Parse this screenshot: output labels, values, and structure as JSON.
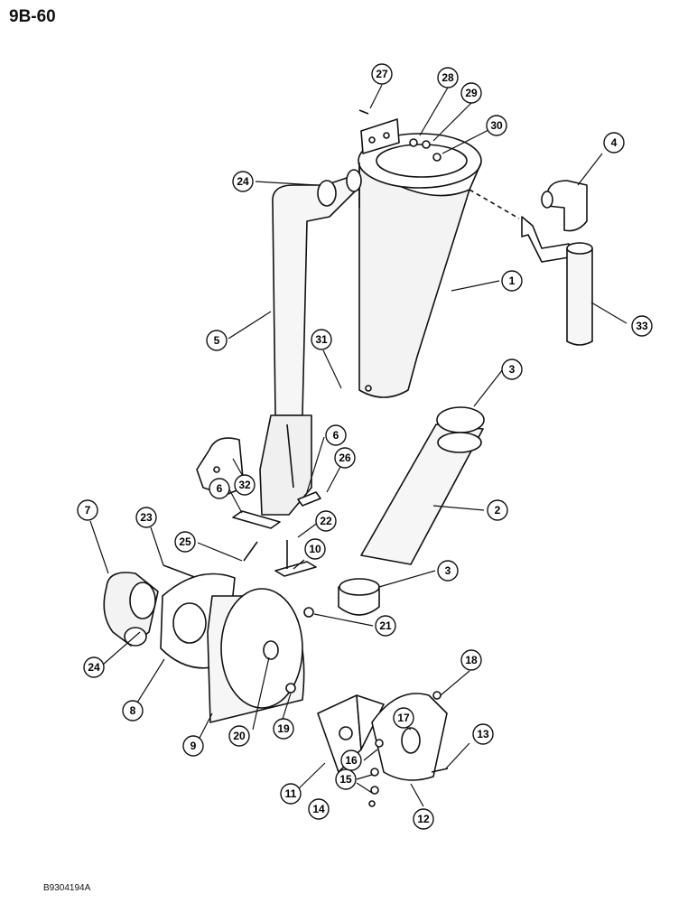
{
  "page_code": "9B-60",
  "doc_code": "B9304194A",
  "callouts": [
    "1",
    "2",
    "3",
    "3",
    "4",
    "5",
    "6",
    "6",
    "7",
    "8",
    "9",
    "10",
    "11",
    "12",
    "13",
    "14",
    "15",
    "16",
    "17",
    "18",
    "19",
    "20",
    "21",
    "22",
    "23",
    "24",
    "24",
    "25",
    "26",
    "27",
    "28",
    "29",
    "30",
    "31",
    "32",
    "33"
  ]
}
